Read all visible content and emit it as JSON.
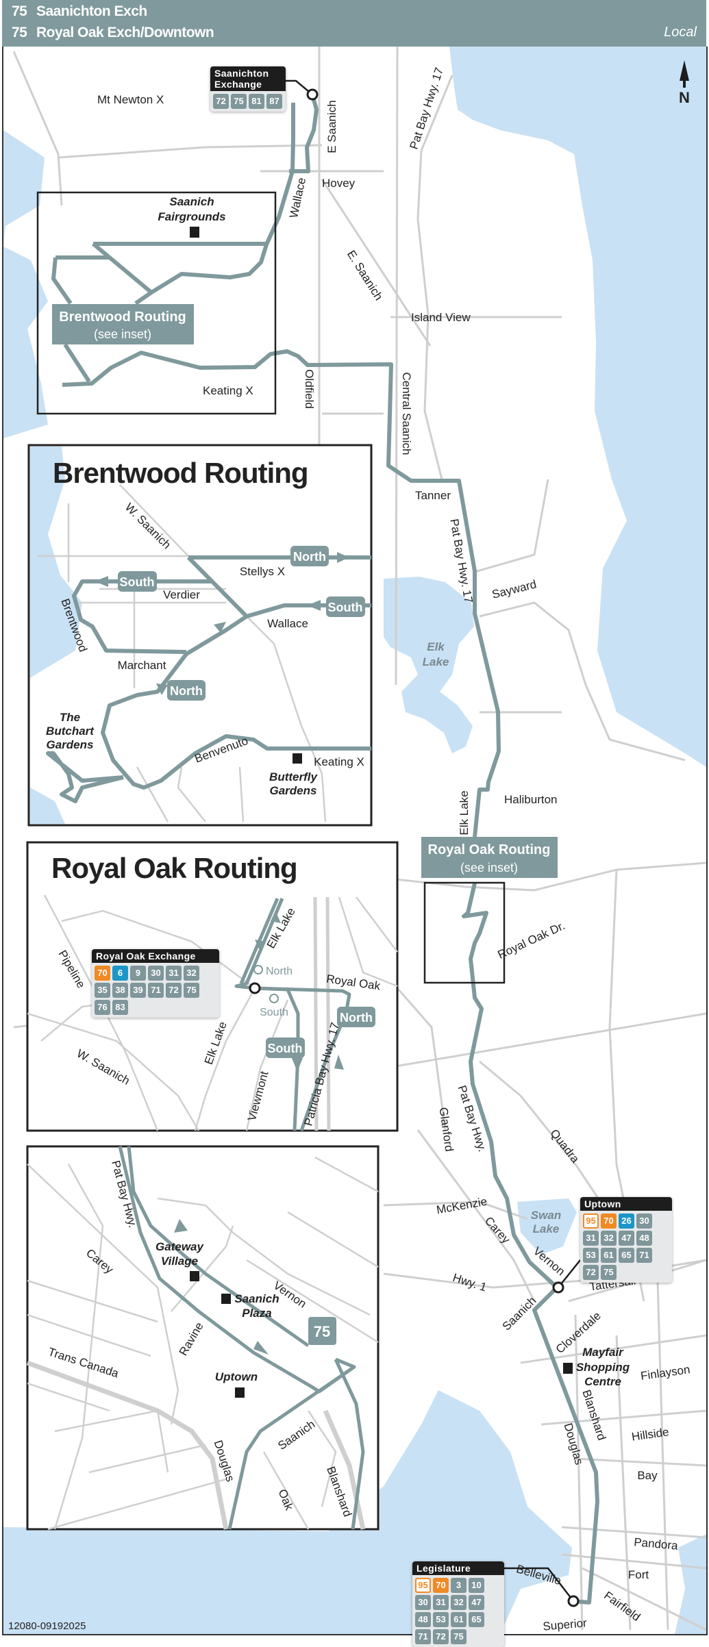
{
  "header": {
    "line1_number": "75",
    "line1_destination": "Saanichton Exch",
    "line2_number": "75",
    "line2_destination": "Royal Oak Exch/Downtown",
    "service_type": "Local"
  },
  "compass": {
    "label": "N",
    "icon": "north-arrow-icon"
  },
  "colors": {
    "route": "#7f999c",
    "water": "#c9e1f4",
    "road": "#cfcfcf",
    "orange": "#f08a24",
    "blue": "#1c96c6"
  },
  "stops": {
    "saanichton": {
      "name": "Saanichton Exchange",
      "routes": [
        {
          "n": "72",
          "style": "grey"
        },
        {
          "n": "75",
          "style": "grey"
        },
        {
          "n": "81",
          "style": "grey"
        },
        {
          "n": "87",
          "style": "grey"
        }
      ]
    },
    "royal_oak": {
      "name": "Royal Oak Exchange",
      "routes": [
        {
          "n": "70",
          "style": "orange"
        },
        {
          "n": "6",
          "style": "blue"
        },
        {
          "n": "9",
          "style": "grey"
        },
        {
          "n": "30",
          "style": "grey"
        },
        {
          "n": "31",
          "style": "grey"
        },
        {
          "n": "32",
          "style": "grey"
        },
        {
          "n": "35",
          "style": "grey"
        },
        {
          "n": "38",
          "style": "grey"
        },
        {
          "n": "39",
          "style": "grey"
        },
        {
          "n": "71",
          "style": "grey"
        },
        {
          "n": "72",
          "style": "grey"
        },
        {
          "n": "75",
          "style": "grey"
        },
        {
          "n": "76",
          "style": "grey"
        },
        {
          "n": "83",
          "style": "grey"
        }
      ]
    },
    "uptown": {
      "name": "Uptown",
      "routes": [
        {
          "n": "95",
          "style": "orange-outline"
        },
        {
          "n": "70",
          "style": "orange"
        },
        {
          "n": "26",
          "style": "blue"
        },
        {
          "n": "30",
          "style": "grey"
        },
        {
          "n": "31",
          "style": "grey"
        },
        {
          "n": "32",
          "style": "grey"
        },
        {
          "n": "47",
          "style": "grey"
        },
        {
          "n": "48",
          "style": "grey"
        },
        {
          "n": "53",
          "style": "grey"
        },
        {
          "n": "61",
          "style": "grey"
        },
        {
          "n": "65",
          "style": "grey"
        },
        {
          "n": "71",
          "style": "grey"
        },
        {
          "n": "72",
          "style": "grey"
        },
        {
          "n": "75",
          "style": "grey"
        }
      ]
    },
    "legislature": {
      "name": "Legislature",
      "routes": [
        {
          "n": "95",
          "style": "orange-outline"
        },
        {
          "n": "70",
          "style": "orange"
        },
        {
          "n": "3",
          "style": "grey"
        },
        {
          "n": "10",
          "style": "grey"
        },
        {
          "n": "30",
          "style": "grey"
        },
        {
          "n": "31",
          "style": "grey"
        },
        {
          "n": "32",
          "style": "grey"
        },
        {
          "n": "47",
          "style": "grey"
        },
        {
          "n": "48",
          "style": "grey"
        },
        {
          "n": "53",
          "style": "grey"
        },
        {
          "n": "61",
          "style": "grey"
        },
        {
          "n": "65",
          "style": "grey"
        },
        {
          "n": "71",
          "style": "grey"
        },
        {
          "n": "72",
          "style": "grey"
        },
        {
          "n": "75",
          "style": "grey"
        }
      ]
    }
  },
  "main": {
    "streets": {
      "mt_newton": "Mt Newton X",
      "e_saanich_top": "E Saanich",
      "pat_bay_top": "Pat Bay Hwy. 17",
      "hovey": "Hovey",
      "wallace": "Wallace",
      "e_saanich": "E. Saanich",
      "island_view": "Island View",
      "keating": "Keating X",
      "oldfield": "Oldfield",
      "central_saanich": "Central Saanich",
      "tanner": "Tanner",
      "pat_bay_mid": "Pat Bay Hwy. 17",
      "sayward": "Sayward",
      "elk_lake_rd": "Elk Lake",
      "haliburton": "Haliburton",
      "royal_oak_dr": "Royal Oak Dr.",
      "glanford": "Glanford",
      "pat_bay_low": "Pat Bay Hwy.",
      "quadra": "Quadra",
      "mckenzie": "McKenzie",
      "carey": "Carey",
      "vernon": "Vernon",
      "hwy1": "Hwy. 1",
      "tattersall": "Tattersall",
      "saanich": "Saanich",
      "cloverdale": "Cloverdale",
      "finlayson": "Finlayson",
      "blanshard": "Blanshard",
      "douglas": "Douglas",
      "hillside": "Hillside",
      "bay": "Bay",
      "pandora": "Pandora",
      "fort": "Fort",
      "belleville": "Belleville",
      "fairfield": "Fairfield",
      "superior": "Superior"
    },
    "landmarks": {
      "fairgrounds_1": "Saanich",
      "fairgrounds_2": "Fairgrounds",
      "mayfair_1": "Mayfair",
      "mayfair_2": "Shopping",
      "mayfair_3": "Centre"
    },
    "water": {
      "elk_1": "Elk",
      "elk_2": "Lake",
      "swan_1": "Swan",
      "swan_2": "Lake"
    },
    "callouts": {
      "brentwood_title": "Brentwood Routing",
      "brentwood_sub": "(see inset)",
      "royal_oak_title": "Royal Oak Routing",
      "royal_oak_sub": "(see inset)"
    }
  },
  "brentwood_inset": {
    "title": "Brentwood Routing",
    "streets": {
      "w_saanich": "W. Saanich",
      "stellys": "Stellys X",
      "verdier": "Verdier",
      "wallace": "Wallace",
      "brentwood": "Brentwood",
      "marchant": "Marchant",
      "benvenuto": "Benvenuto",
      "keating": "Keating X"
    },
    "landmarks": {
      "butchart_1": "The",
      "butchart_2": "Butchart",
      "butchart_3": "Gardens",
      "butterfly_1": "Butterfly",
      "butterfly_2": "Gardens"
    },
    "directions": {
      "north_stellys": "North",
      "south_verdier": "South",
      "south_wallace": "South",
      "north_marchant": "North"
    }
  },
  "royal_oak_inset": {
    "title": "Royal Oak Routing",
    "streets": {
      "pipeline": "Pipeline",
      "w_saanich": "W. Saanich",
      "elk_lake_low": "Elk Lake",
      "elk_lake_up": "Elk Lake",
      "viewmont": "Viewmont",
      "patricia_bay": "Patricia Bay Hwy. 17",
      "royal_oak": "Royal Oak"
    },
    "bays": {
      "north": "North",
      "south": "South"
    },
    "directions": {
      "north": "North",
      "south": "South"
    }
  },
  "uptown_inset": {
    "streets": {
      "pat_bay": "Pat Bay Hwy.",
      "carey": "Carey",
      "vernon": "Vernon",
      "ravine": "Ravine",
      "trans_canada": "Trans Canada",
      "douglas": "Douglas",
      "saanich": "Saanich",
      "oak": "Oak",
      "blanshard": "Blanshard"
    },
    "landmarks": {
      "gateway_1": "Gateway",
      "gateway_2": "Village",
      "plaza_1": "Saanich",
      "plaza_2": "Plaza",
      "uptown": "Uptown"
    },
    "route_badge": "75"
  },
  "footer": {
    "code": "12080-09192025"
  }
}
